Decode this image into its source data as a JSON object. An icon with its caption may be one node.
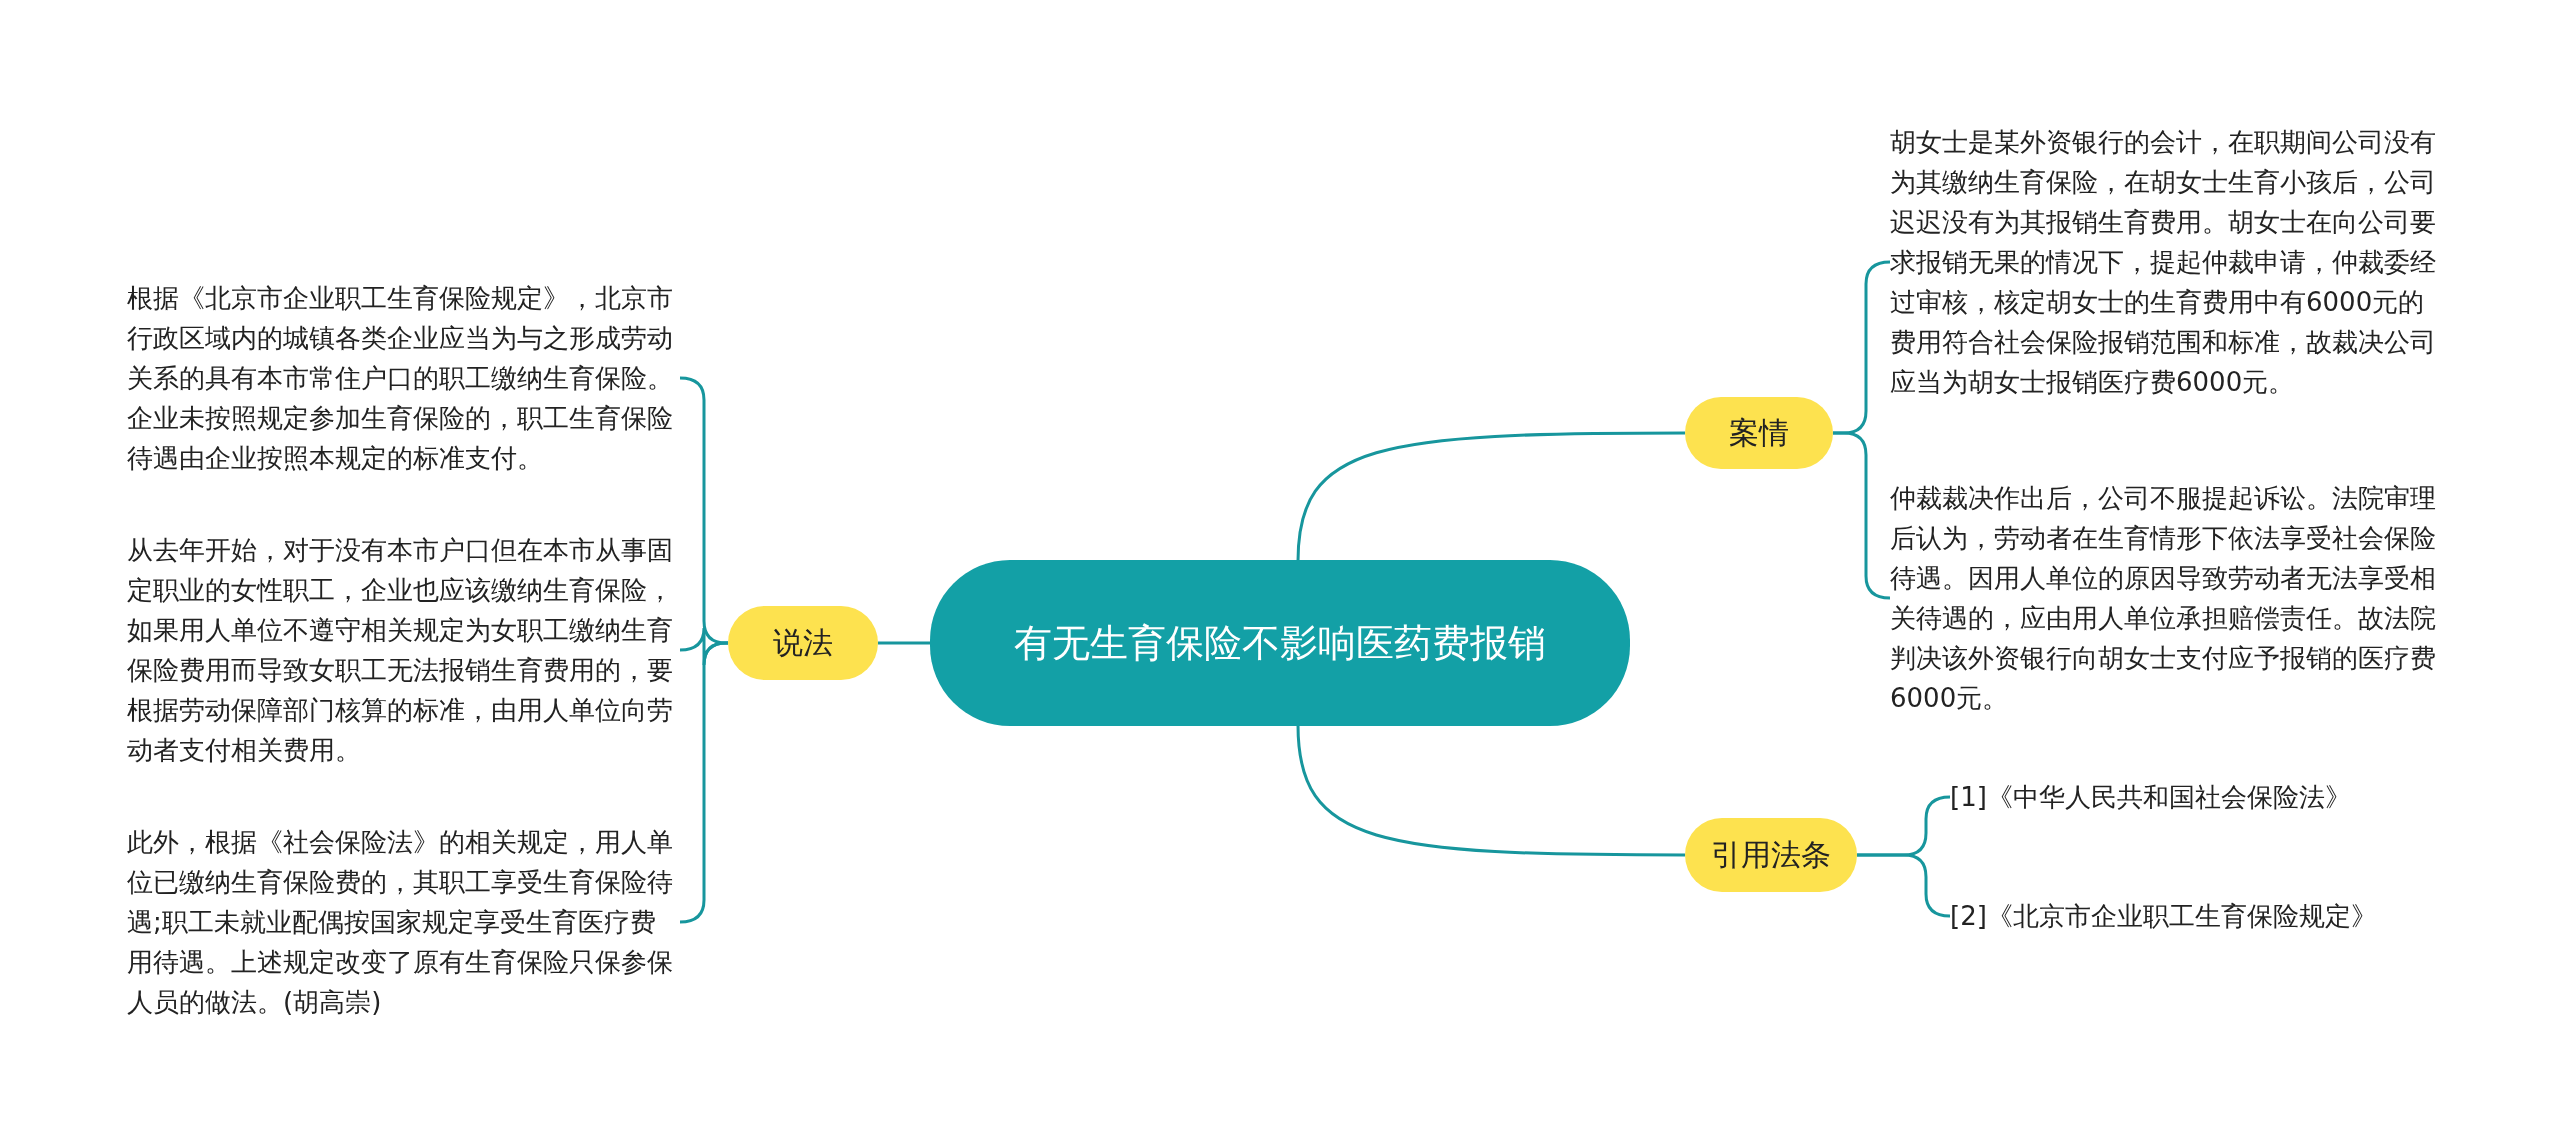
{
  "diagram": {
    "nodes": [
      {
        "text": [
          "有无生育保险不影响医药费报销"
        ]
      },
      {
        "text": [
          "案情"
        ]
      },
      {
        "text": [
          "胡女士是某外资银行的会计，在职期间公司没有为其缴纳生育保险，在胡女士生育小孩后，公司迟迟没有为其报销生育费用。胡女士在向公司要求报销无果的情况下，提起仲裁申请，仲裁委经过审核，核定胡女士的生育费用中有6000元的费用符合社会保险报销范围和标准，故裁决公司应当为胡女士报销医疗费6000元。"
        ]
      },
      {
        "text": [
          "仲裁裁决作出后，公司不服提起诉讼。法院审理后认为，劳动者在生育情形下依法享受社会保险待遇。因用人单位的原因导致劳动者无法享受相关待遇的，应由用人单位承担赔偿责任。故法院判决该外资银行向胡女士支付应予报销的医疗费6000元。"
        ]
      },
      {
        "text": [
          "引用法条"
        ]
      },
      {
        "text": [
          "[1]《中华人民共和国社会保险法》"
        ]
      },
      {
        "text": [
          "[2]《北京市企业职工生育保险规定》"
        ]
      },
      {
        "text": [
          "说法"
        ]
      },
      {
        "text": [
          "根据《北京市企业职工生育保险规定》，北京市行政区域内的城镇各类企业应当为与之形成劳动关系的具有本市常住户口的职工缴纳生育保险。企业未按照规定参加生育保险的，职工生育保险待遇由企业按照本规定的标准支付。"
        ]
      },
      {
        "text": [
          "从去年开始，对于没有本市户口但在本市从事固定职业的女性职工，企业也应该缴纳生育保险，如果用人单位不遵守相关规定为女职工缴纳生育保险费用而导致女职工无法报销生育费用的，要根据劳动保障部门核算的标准，由用人单位向劳动者支付相关费用。"
        ]
      },
      {
        "text": [
          "此外，根据《社会保险法》的相关规定，用人单位已缴纳生育保险费的，其职工享受生育保险待遇;职工未就业配偶按国家规定享受生育医疗费用待遇。上述规定改变了原有生育保险只保参保人员的做法。(胡高崇)"
        ]
      }
    ],
    "edges": [
      {
        "from": 0,
        "to": 1,
        "arrow": "none"
      },
      {
        "from": 1,
        "to": 2,
        "arrow": "none"
      },
      {
        "from": 1,
        "to": 3,
        "arrow": "none"
      },
      {
        "from": 0,
        "to": 4,
        "arrow": "none"
      },
      {
        "from": 4,
        "to": 5,
        "arrow": "none"
      },
      {
        "from": 4,
        "to": 6,
        "arrow": "none"
      },
      {
        "from": 0,
        "to": 7,
        "arrow": "none"
      },
      {
        "from": 7,
        "to": 8,
        "arrow": "none"
      },
      {
        "from": 7,
        "to": 9,
        "arrow": "none"
      },
      {
        "from": 7,
        "to": 10,
        "arrow": "none"
      }
    ]
  }
}
